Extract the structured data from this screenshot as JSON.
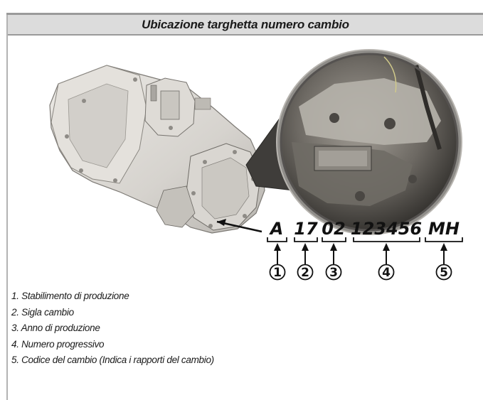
{
  "title": "Ubicazione targhetta numero cambio",
  "code_fields": [
    "A",
    "17",
    "02",
    "123456",
    "MH"
  ],
  "field_numbers": [
    "1",
    "2",
    "3",
    "4",
    "5"
  ],
  "legend": [
    "1. Stabilimento di produzione",
    "2. Sigla cambio",
    "3. Anno di produzione",
    "4. Numero progressivo",
    "5. Codice del cambio (Indica i rapporti del cambio)"
  ],
  "colors": {
    "title_bar": "#dcdcdc",
    "rule": "#9a9a9a",
    "text": "#1a1a1a"
  }
}
